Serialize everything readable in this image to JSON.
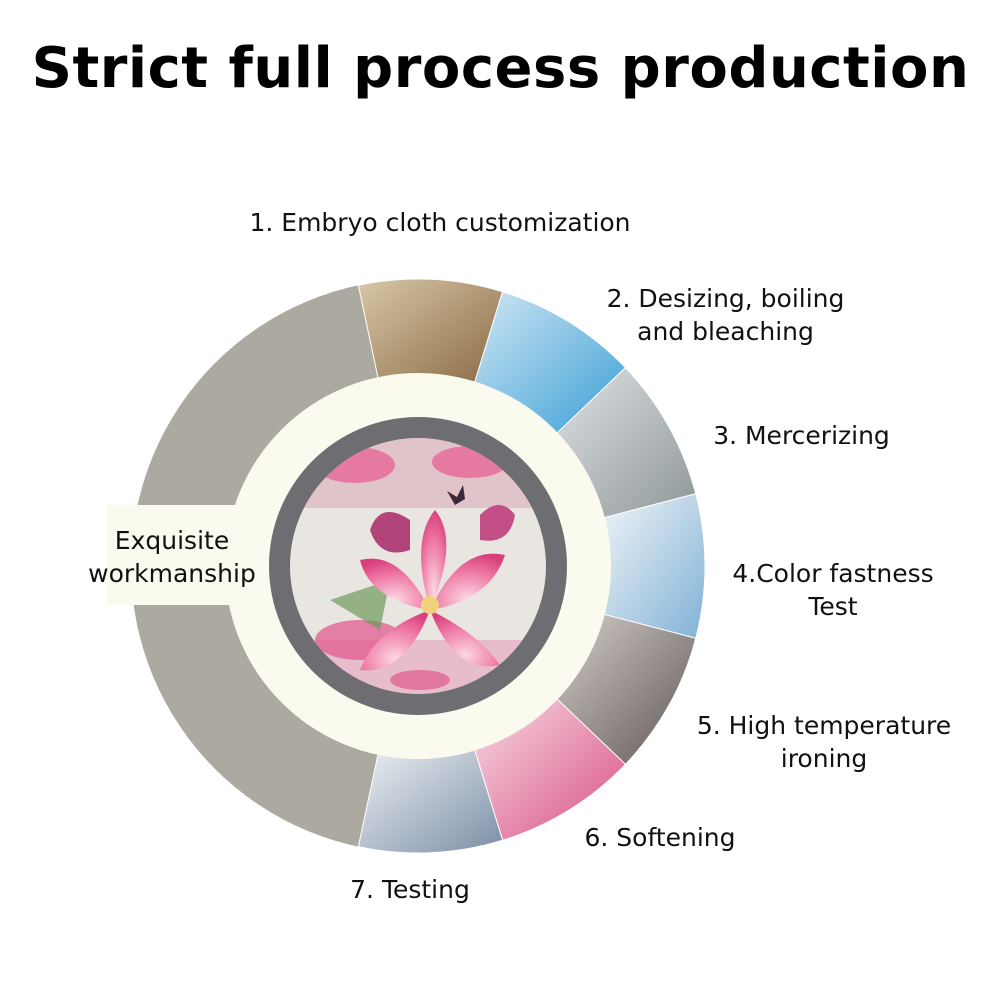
{
  "title": "Strict full process production",
  "center": {
    "line1": "Exquisite",
    "line2": "workmanship"
  },
  "steps": [
    {
      "line1": "1. Embryo cloth customization",
      "line2": ""
    },
    {
      "line1": "2. Desizing, boiling",
      "line2": "and bleaching"
    },
    {
      "line1": "3. Mercerizing",
      "line2": ""
    },
    {
      "line1": "4.Color fastness",
      "line2": "Test"
    },
    {
      "line1": "5. High temperature",
      "line2": "ironing"
    },
    {
      "line1": "6. Softening",
      "line2": ""
    },
    {
      "line1": "7. Testing",
      "line2": ""
    }
  ],
  "colors": {
    "outer_ring": "#aca9a0",
    "cream_ring": "#fbfaee",
    "inner_ring": "#6e6d72",
    "flower_pink": "#e9679a",
    "flower_bg": "#e9e6e1"
  }
}
